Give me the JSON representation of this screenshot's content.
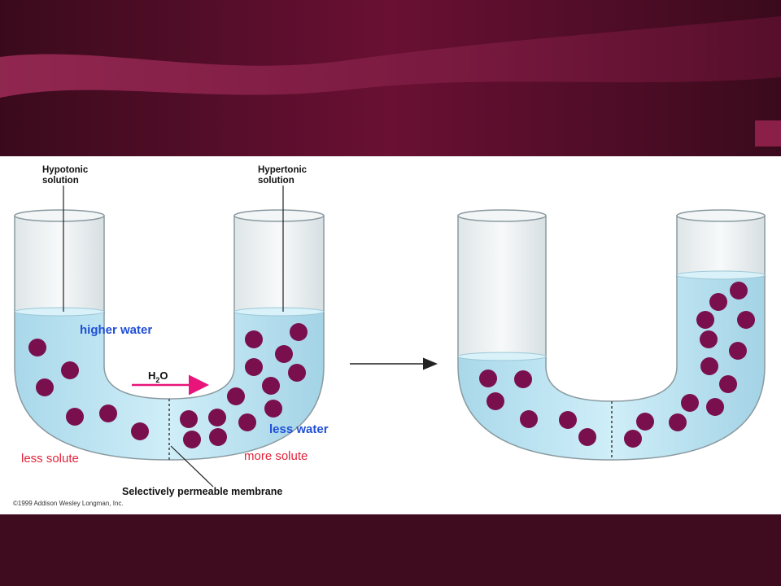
{
  "colors": {
    "slide_background": "#5a0f2c",
    "slide_wave": "#7a1a40",
    "water_fill": "#bde3f0",
    "tube_outline": "#8a9aa0",
    "glass": "#eef2f3",
    "solute_particle": "#7a0f4e",
    "label_blue": "#1f4fd6",
    "label_red": "#e2233a",
    "arrow_pink": "#e8147a",
    "label_black": "#111111"
  },
  "labels": {
    "hypotonic_line1": "Hypotonic",
    "hypotonic_line2": "solution",
    "hypertonic_line1": "Hypertonic",
    "hypertonic_line2": "solution",
    "higher_water": "higher water",
    "less_water": "less water",
    "less_solute": "less solute",
    "more_solute": "more solute",
    "water_flow_main": "H",
    "water_flow_sub": "2",
    "water_flow_tail": "O",
    "membrane": "Selectively permeable membrane",
    "copyright": "©1999 Addison Wesley Longman, Inc."
  },
  "icons": {
    "water_flow_arrow": "right-arrow-icon",
    "transition_arrow": "long-right-arrow-icon"
  }
}
